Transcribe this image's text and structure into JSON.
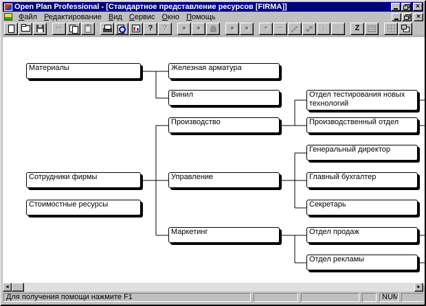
{
  "window": {
    "title": "Open Plan Professional - [Стандартное представление ресурсов [FIRMA]]",
    "app_icon": "open-plan-app-icon",
    "document_icon": "resource-view-document-icon"
  },
  "menu": {
    "items": [
      {
        "name": "file",
        "label": "Файл"
      },
      {
        "name": "edit",
        "label": "Редактирование"
      },
      {
        "name": "view",
        "label": "Вид"
      },
      {
        "name": "tools",
        "label": "Сервис"
      },
      {
        "name": "window",
        "label": "Окно"
      },
      {
        "name": "help",
        "label": "Помощь"
      }
    ]
  },
  "toolbar": {
    "buttons": [
      {
        "name": "new-button",
        "icon": "new-document-icon",
        "css": "i-new",
        "enabled": true
      },
      {
        "name": "open-button",
        "icon": "open-folder-icon",
        "css": "i-open",
        "enabled": true
      },
      {
        "name": "save-button",
        "icon": "save-floppy-icon",
        "css": "i-save",
        "enabled": true
      },
      {
        "type": "gap"
      },
      {
        "name": "cut-button",
        "icon": "scissors-icon",
        "glyph": "✂",
        "enabled": false
      },
      {
        "name": "copy-button",
        "icon": "copy-pages-icon",
        "css": "i-copy",
        "enabled": true
      },
      {
        "name": "paste-button",
        "icon": "clipboard-icon",
        "css": "i-paste",
        "enabled": false
      },
      {
        "type": "gap"
      },
      {
        "name": "print-button",
        "icon": "printer-icon",
        "css": "i-print",
        "enabled": true
      },
      {
        "name": "print-preview-button",
        "icon": "print-preview-icon",
        "css": "i-preview",
        "enabled": true
      },
      {
        "name": "table-view-button",
        "icon": "table-chart-icon",
        "css": "i-chart",
        "enabled": true
      },
      {
        "name": "help-button",
        "icon": "help-question-icon",
        "glyph": "?",
        "enabled": true
      },
      {
        "name": "context-help-button",
        "icon": "context-help-icon",
        "glyph": "?",
        "enabled": false
      },
      {
        "type": "gap"
      },
      {
        "name": "shape-circle-button",
        "icon": "circle-shape-icon",
        "glyph": "●",
        "enabled": false
      },
      {
        "name": "shape-circle-alt-button",
        "icon": "circle-query-icon",
        "glyph": "●",
        "enabled": false
      },
      {
        "name": "shape-arch-button",
        "icon": "arch-shape-icon",
        "css": "i-arch",
        "enabled": false
      },
      {
        "type": "gap"
      },
      {
        "name": "shape-oval-button",
        "icon": "oval-shape-icon",
        "glyph": "●",
        "enabled": false
      },
      {
        "name": "shape-oval-alt-button",
        "icon": "oval-shape-icon",
        "glyph": "●",
        "enabled": false
      },
      {
        "type": "gap"
      },
      {
        "name": "add-button",
        "icon": "plus-icon",
        "glyph": "+",
        "enabled": false
      },
      {
        "name": "remove-button",
        "icon": "minus-icon",
        "glyph": "−",
        "enabled": false
      },
      {
        "name": "link-button",
        "icon": "scatter-dots-icon",
        "css": "i-dots",
        "enabled": false
      },
      {
        "name": "steps-button",
        "icon": "steps-icon",
        "css": "i-steps",
        "enabled": false
      },
      {
        "name": "move-down-button",
        "icon": "arrow-down-icon",
        "glyph": "↓",
        "enabled": false
      },
      {
        "name": "move-up-button",
        "icon": "arrow-up-icon",
        "glyph": "↑",
        "enabled": false
      },
      {
        "type": "gap"
      },
      {
        "name": "zoom-button",
        "icon": "letter-z-icon",
        "glyph": "Z",
        "enabled": true
      },
      {
        "name": "notes-button",
        "icon": "notes-lines-icon",
        "css": "i-notes",
        "enabled": false
      },
      {
        "type": "gap"
      },
      {
        "name": "grid-button",
        "icon": "grid-icon",
        "css": "i-grid",
        "enabled": false
      },
      {
        "name": "cascade-button",
        "icon": "cascade-windows-icon",
        "css": "i-cascade",
        "enabled": true
      }
    ]
  },
  "diagram": {
    "nodes": [
      "Материалы",
      "Сотрудники фирмы",
      "Стоимостные ресурсы",
      "Железная арматура",
      "Винил",
      "Производство",
      "Управление",
      "Маркетинг",
      "Отдел тестирования новых технологий",
      "Производственный отдел",
      "Генеральный директор",
      "Главный бухгалтер",
      "Секретарь",
      "Отдел продаж",
      "Отдел рекламы"
    ]
  },
  "scrollbar": {
    "left_arrow": "◄",
    "right_arrow": "►"
  },
  "statusbar": {
    "message": "Для получения помощи нажмите F1",
    "num_indicator": "NUM"
  },
  "colors": {
    "titlebar": "#000080",
    "chrome": "#c0c0c0",
    "canvas": "#ffffff",
    "node_border": "#000000"
  }
}
